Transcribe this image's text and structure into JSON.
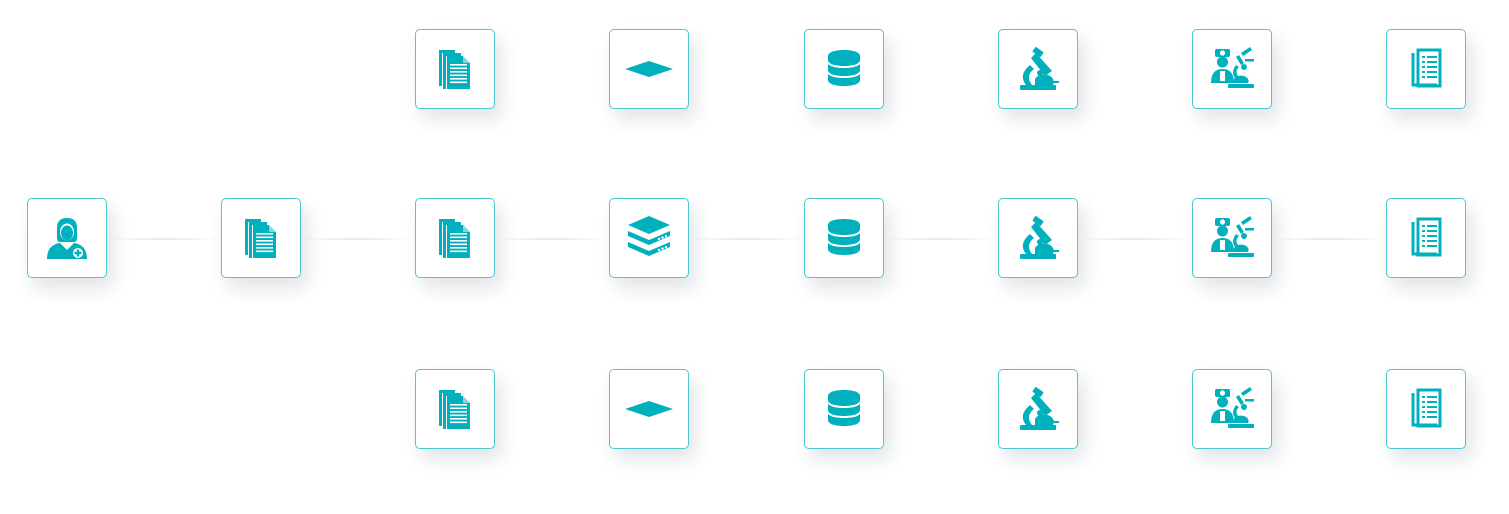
{
  "palette": {
    "accent": "#00b1bd",
    "border": "#4cc8cf",
    "connector": "#e6ecf0",
    "background": "#ffffff"
  },
  "rows": [
    {
      "row": "top",
      "nodes": [
        "document-stack-icon",
        "layer-icon",
        "database-icon",
        "microscope-icon",
        "lab-scientist-icon",
        "report-icon"
      ]
    },
    {
      "row": "middle",
      "nodes": [
        "nurse-icon",
        "document-stack-icon",
        "document-stack-icon",
        "server-stack-icon",
        "database-icon",
        "microscope-icon",
        "lab-scientist-icon",
        "report-icon"
      ]
    },
    {
      "row": "bottom",
      "nodes": [
        "document-stack-icon",
        "layer-icon",
        "database-icon",
        "microscope-icon",
        "lab-scientist-icon",
        "report-icon"
      ]
    }
  ]
}
